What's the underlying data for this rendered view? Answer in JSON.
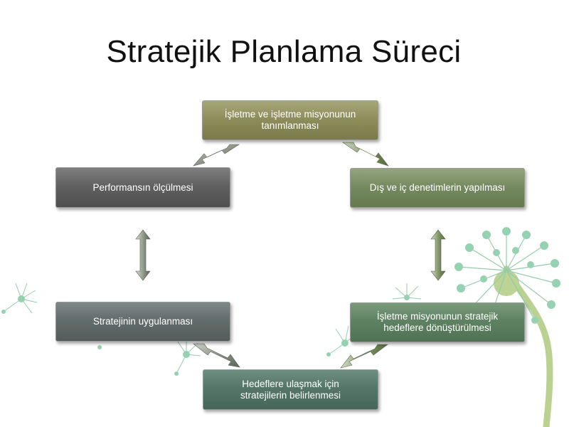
{
  "slide": {
    "title": "Stratejik Planlama Süreci"
  },
  "diagram": {
    "type": "cycle",
    "steps": [
      {
        "line1": "İşletme ve işletme misyonunun",
        "line2": "tanımlanması"
      },
      {
        "line1": "Dış ve iç denetimlerin yapılması"
      },
      {
        "line1": "İşletme misyonunun stratejik",
        "line2": "hedeflere dönüştürülmesi"
      },
      {
        "line1": "Hedeflere ulaşmak için",
        "line2": "stratejilerin belirlenmesi"
      },
      {
        "line1": "Stratejinin uygulanması"
      },
      {
        "line1": "Performansın ölçülmesi"
      }
    ],
    "connectors": "bidirectional-arrows"
  },
  "colors": {
    "step1": "#8e8d5c",
    "step2": "#778b62",
    "step3": "#5f8263",
    "step4": "#557669",
    "step5": "#646d6d",
    "step6": "#616161",
    "decoration": "#a6c98a"
  },
  "decoration": "dandelion-illustration"
}
